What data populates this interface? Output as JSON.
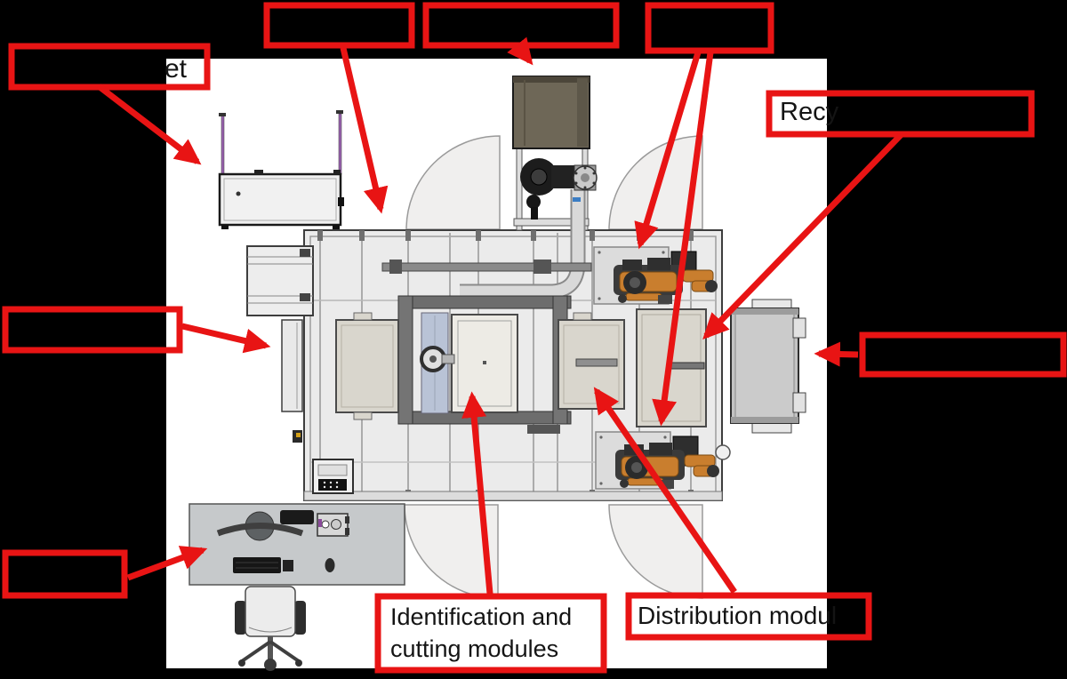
{
  "slide": {
    "background": "#000000",
    "drawing_area_background": "#ffffff"
  },
  "labels": {
    "electrical_cabinet_fragment": "et",
    "recycling_fragment": "Recy",
    "identification_line1": "Identification and",
    "identification_line2": "cutting modules",
    "distribution": "Distribution modul"
  },
  "colors": {
    "callout_red": "#e81414",
    "robot_orange": "#c97e2e",
    "vacuum_brown": "#6e6757",
    "antenna_purple": "#9a63b0",
    "module_beige": "#d9d6cd",
    "desk_gray": "#c6c9cb",
    "cart_gray": "#c3c3c3"
  }
}
